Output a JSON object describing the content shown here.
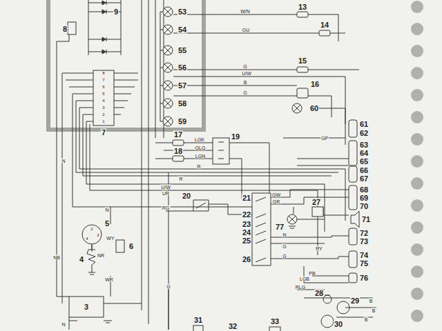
{
  "diagram": {
    "labels": [
      "9",
      "8",
      "53",
      "54",
      "55",
      "56",
      "57",
      "58",
      "59",
      "8",
      "7",
      "6",
      "5",
      "4",
      "3",
      "2",
      "1",
      "7",
      "13",
      "W/N",
      "14",
      "GU",
      "15",
      "G",
      "U/W",
      "B",
      "16",
      "G",
      "60",
      "GP",
      "17",
      "LGK",
      "19",
      "OLG",
      "18",
      "LGN",
      "R",
      "R",
      "U/W",
      "UR",
      "N",
      "N",
      "RG",
      "20",
      "21",
      "GW",
      "GR",
      "27",
      "22",
      "77",
      "23",
      "24",
      "25",
      "N",
      "G",
      "RY",
      "26",
      "G",
      "PB",
      "LGB",
      "RLG",
      "28",
      "29",
      "30",
      "B",
      "B",
      "B",
      "31",
      "32",
      "33",
      "5",
      "2",
      "3",
      "4",
      "6",
      "WY",
      "4",
      "NR",
      "NB",
      "WR",
      "G",
      "3",
      "N",
      "61",
      "62",
      "63",
      "64",
      "65",
      "66",
      "67",
      "68",
      "69",
      "70",
      "71",
      "72",
      "73",
      "74",
      "75",
      "76"
    ]
  }
}
